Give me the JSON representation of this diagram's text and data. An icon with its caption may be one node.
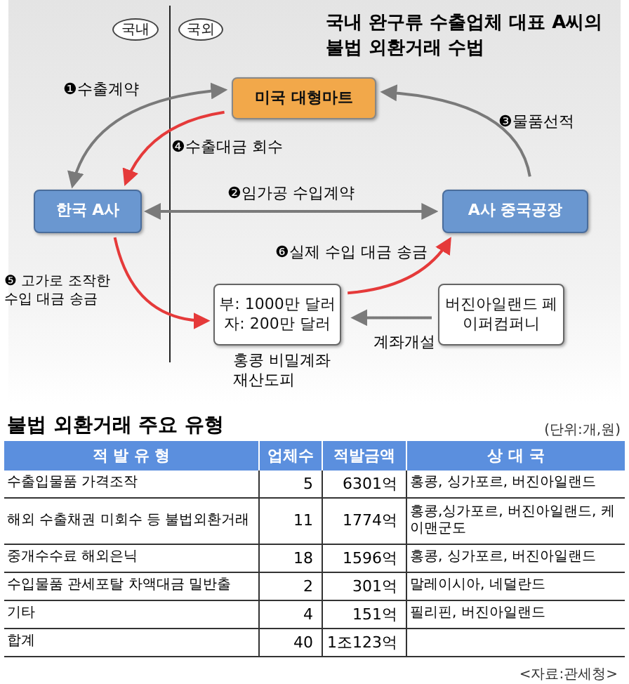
{
  "diagram": {
    "title": "국내 완구류 수출업체 대표 A씨의 불법 외환거래 수법",
    "nodes": [
      {
        "text": [
          "미국 대형마트"
        ]
      },
      {
        "text": [
          "한국 A사"
        ]
      },
      {
        "text": [
          "A사 중국공장"
        ]
      },
      {
        "text": [
          "부: 1000만 달러",
          "자: 200만 달러"
        ],
        "beside": [
          "홍콩 비밀계좌 재산도피"
        ]
      },
      {
        "text": [
          "버진아일랜드 페이퍼컴퍼니"
        ]
      },
      {
        "text": [
          "국내"
        ]
      },
      {
        "text": [
          "국외"
        ]
      }
    ],
    "edges": [
      {
        "from": 1,
        "to": 0,
        "arrow": "both",
        "label": "❶수출계약"
      },
      {
        "from": 1,
        "to": 2,
        "arrow": "both",
        "label": "❷임가공 수입계약"
      },
      {
        "from": 2,
        "to": 0,
        "arrow": "to",
        "label": "❸물품선적"
      },
      {
        "from": 0,
        "to": 1,
        "arrow": "to",
        "label": "❹수출대금 회수",
        "color": "#e53a3a"
      },
      {
        "from": 1,
        "to": 3,
        "arrow": "to",
        "label": "❺ 고가로 조작한 수입 대금 송금",
        "color": "#e53a3a"
      },
      {
        "from": 3,
        "to": 2,
        "arrow": "to",
        "label": "❻실제 수입 대금 송금",
        "color": "#e53a3a"
      },
      {
        "from": 4,
        "to": 3,
        "arrow": "to",
        "label": "계좌개설"
      }
    ],
    "labels": [
      "불법 외환거래 주요 유형",
      "(단위:개,원)",
      "적 발 유 형",
      "업체수",
      "적발금액",
      "상 대 국",
      "수출입물품 가격조작",
      "5",
      "6301억",
      "홍콩, 싱가포르, 버진아일랜드",
      "해외 수출채권 미회수 등 불법외환거래",
      "11",
      "1774억",
      "홍콩,싱가포르, 버진아일랜드, 케이맨군도",
      "중개수수료 해외은닉",
      "18",
      "1596억",
      "홍콩, 싱가포르, 버진아일랜드",
      "수입물품 관세포탈 차액대금 밀반출",
      "2",
      "301억",
      "말레이시아, 네덜란드",
      "기타",
      "4",
      "151억",
      "필리핀, 버진아일랜드",
      "합계",
      "40",
      "1조123억",
      "<자료:관세청>"
    ]
  }
}
